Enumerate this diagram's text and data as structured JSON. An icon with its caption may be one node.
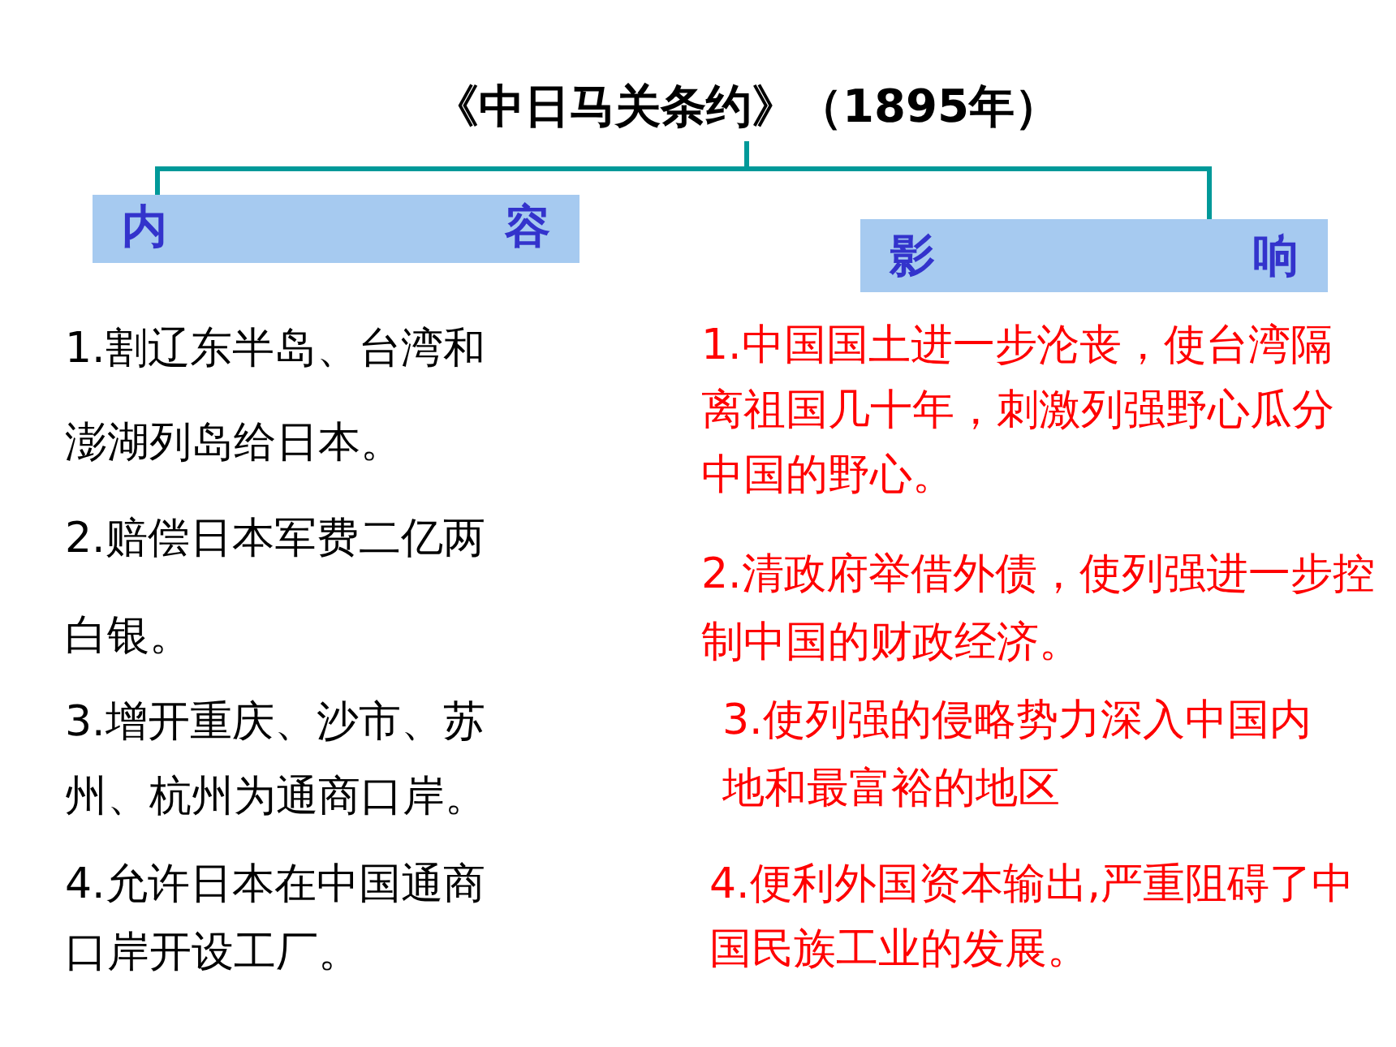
{
  "diagram": {
    "nodes": [
      {
        "text": [
          "《中日马关条约》（1895年）"
        ]
      },
      {
        "text": [
          "内容"
        ]
      },
      {
        "text": [
          "影响"
        ]
      }
    ],
    "edges": [
      {
        "from": 0,
        "to": 1,
        "arrow": "none",
        "color": "#009999"
      },
      {
        "from": 0,
        "to": 2,
        "arrow": "none",
        "color": "#009999"
      }
    ],
    "labels": [
      "1.割辽东半岛、台湾和澎湖列岛给日本。",
      "2.赔偿日本军费二亿两白银。",
      "3.增开重庆、沙市、苏州、杭州为通商口岸。",
      "4.允许日本在中国通商口岸开设工厂。",
      "1.中国国土进一步沦丧，使台湾隔离祖国几十年，刺激列强野心瓜分中国的野心。",
      "2.清政府举借外债，使列强进一步控制中国的财政经济。",
      "3.使列强的侵略势力深入中国内地和最富裕的地区",
      "4.便利外国资本输出,严重阻碍了中国民族工业的发展。"
    ]
  }
}
